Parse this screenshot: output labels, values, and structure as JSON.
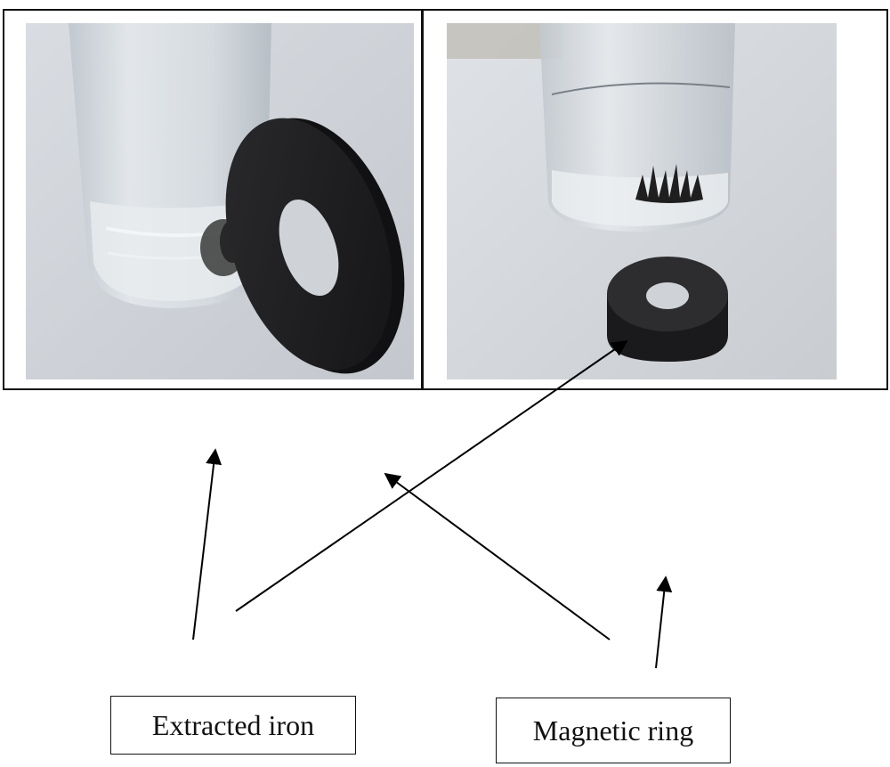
{
  "labels": {
    "extracted_iron": "Extracted iron",
    "magnetic_ring": "Magnetic ring"
  },
  "colors": {
    "frame": "#111111",
    "magnet": "#1c1c1e",
    "iron_particles": "#2a2a2a",
    "background": "#ffffff"
  },
  "photos": [
    {
      "subject": "glass vial with extracted iron attracted sideways by magnetic ring"
    },
    {
      "subject": "glass vial with extracted iron attracted downward by magnetic ring"
    }
  ]
}
